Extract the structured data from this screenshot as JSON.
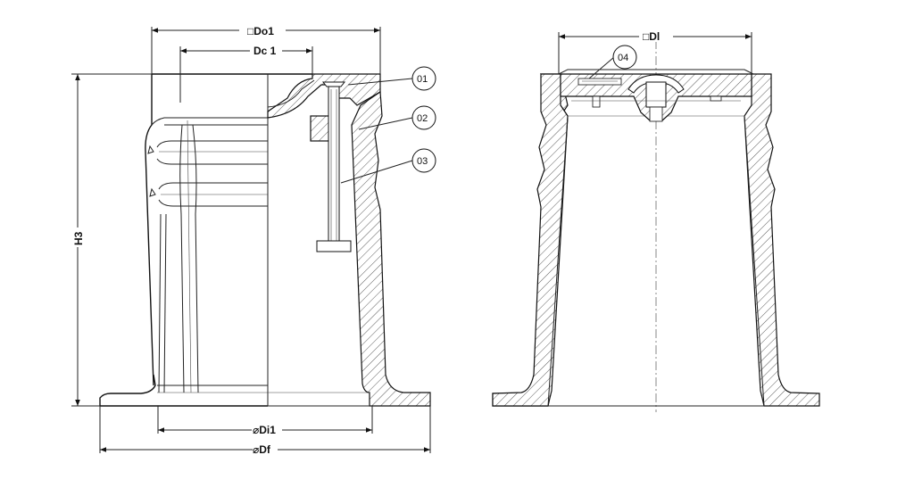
{
  "dimensions": {
    "do1": "Do1",
    "dc1": "Dc 1",
    "h3": "H3",
    "di1": "Di1",
    "df": "Df",
    "dl": "Dl"
  },
  "symbols": {
    "square": "□",
    "diameter": "⌀"
  },
  "callouts": [
    "01",
    "02",
    "03",
    "04"
  ]
}
